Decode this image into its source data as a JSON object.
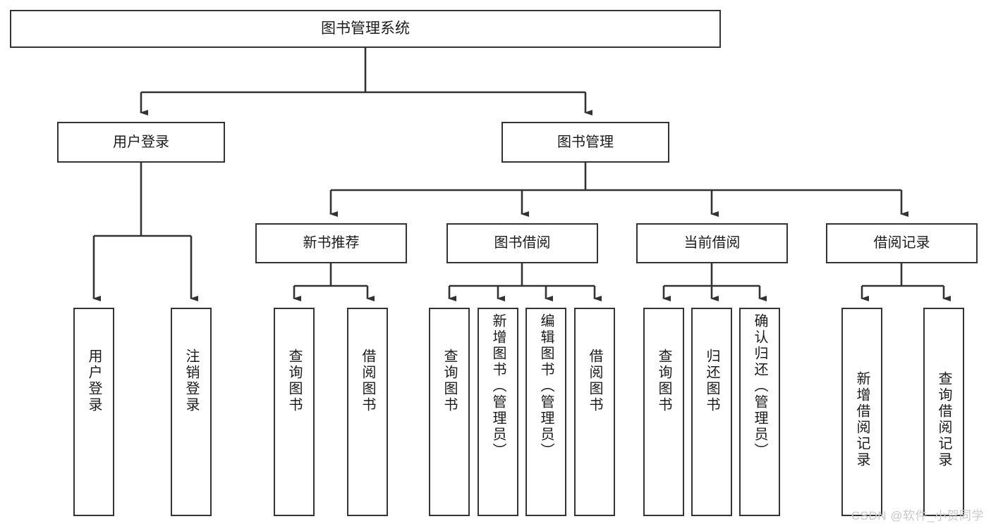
{
  "diagram": {
    "type": "tree-hierarchy-flowchart",
    "title": "图书管理系统",
    "orientation": "top-down",
    "colors": {
      "background": "#ffffff",
      "node_border": "#333333",
      "node_fill": "#ffffff",
      "text": "#1b1b1b",
      "connector": "#333333",
      "watermark": "#c9c9c9"
    },
    "nodes": {
      "root": {
        "label": "图书管理系统",
        "level": 1
      },
      "level2": [
        {
          "id": "user-login",
          "label": "用户登录"
        },
        {
          "id": "book-manage",
          "label": "图书管理"
        }
      ],
      "level3": [
        {
          "id": "new-book-recommend",
          "label": "新书推荐",
          "parent": "book-manage"
        },
        {
          "id": "book-borrow",
          "label": "图书借阅",
          "parent": "book-manage"
        },
        {
          "id": "current-borrow",
          "label": "当前借阅",
          "parent": "book-manage"
        },
        {
          "id": "borrow-record",
          "label": "借阅记录",
          "parent": "book-manage"
        }
      ],
      "leaves": [
        {
          "id": "leaf-user-login",
          "label": "用户登录",
          "parent": "user-login"
        },
        {
          "id": "leaf-logout",
          "label": "注销登录",
          "parent": "user-login"
        },
        {
          "id": "leaf-query-book-1",
          "label": "查询图书",
          "parent": "new-book-recommend"
        },
        {
          "id": "leaf-borrow-book-1",
          "label": "借阅图书",
          "parent": "new-book-recommend"
        },
        {
          "id": "leaf-query-book-2",
          "label": "查询图书",
          "parent": "book-borrow"
        },
        {
          "id": "leaf-add-book",
          "label": "新增图书（管理员）",
          "parent": "book-borrow"
        },
        {
          "id": "leaf-edit-book",
          "label": "编辑图书（管理员）",
          "parent": "book-borrow"
        },
        {
          "id": "leaf-borrow-book-2",
          "label": "借阅图书",
          "parent": "book-borrow"
        },
        {
          "id": "leaf-query-book-3",
          "label": "查询图书",
          "parent": "current-borrow"
        },
        {
          "id": "leaf-return-book",
          "label": "归还图书",
          "parent": "current-borrow"
        },
        {
          "id": "leaf-confirm-return",
          "label": "确认归还（管理员）",
          "parent": "current-borrow"
        },
        {
          "id": "leaf-add-record",
          "label": "新增借阅记录",
          "parent": "borrow-record"
        },
        {
          "id": "leaf-query-record",
          "label": "查询借阅记录",
          "parent": "borrow-record"
        }
      ]
    },
    "watermark": "CSDN @软件_小贺同学"
  }
}
